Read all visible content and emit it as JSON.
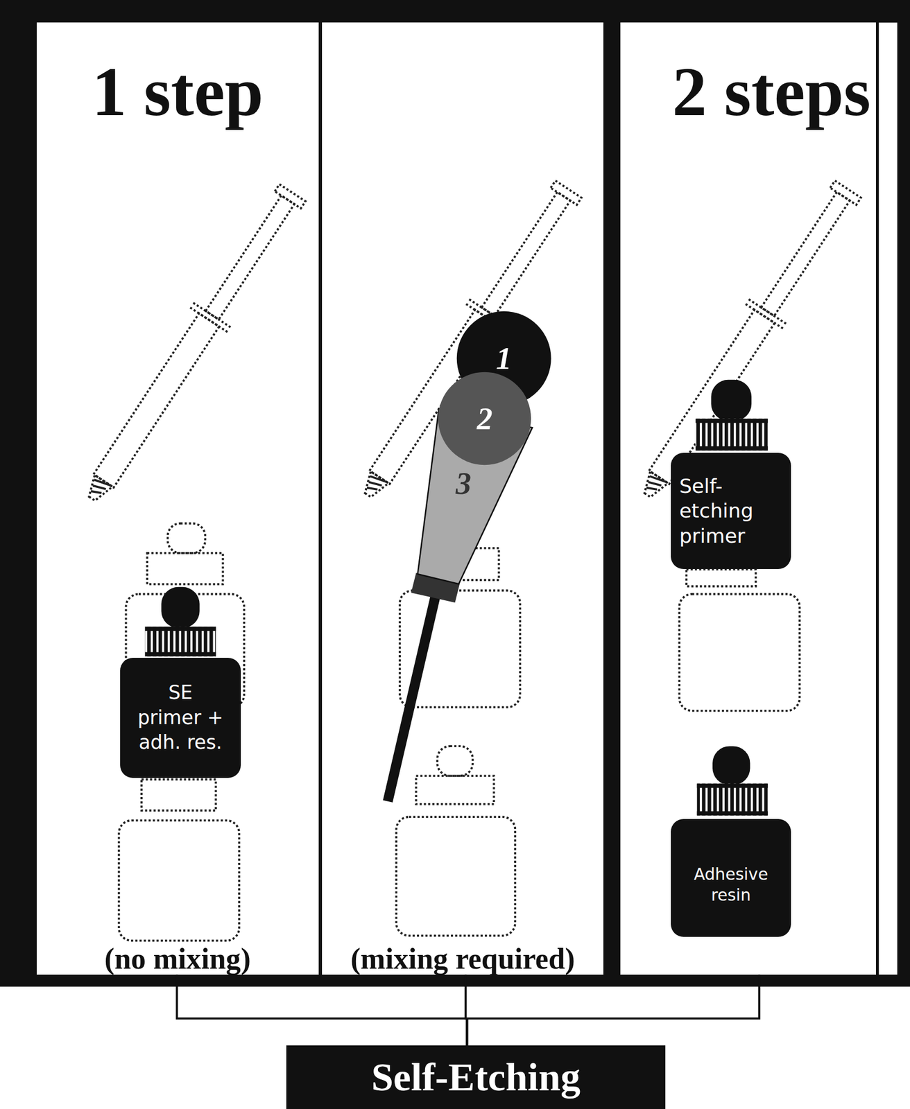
{
  "diagram": {
    "nodes": [
      {
        "text": [
          "1 step",
          "(no mixing)"
        ]
      },
      {
        "text": [
          "(mixing required)"
        ]
      },
      {
        "text": [
          "2 steps"
        ]
      },
      {
        "text": [
          "SE primer + adh. res."
        ],
        "in": 0
      },
      {
        "text": [
          "1"
        ],
        "in": 1
      },
      {
        "text": [
          "2"
        ],
        "in": 1
      },
      {
        "text": [
          "3"
        ],
        "in": 1
      },
      {
        "text": [
          "Self-etching primer"
        ],
        "in": 2
      },
      {
        "text": [
          "Adhesive resin"
        ],
        "in": 2
      },
      {
        "text": [
          "Self-Etching"
        ]
      }
    ],
    "edges": [
      {
        "from": 0,
        "to": 9,
        "arrow": "none"
      },
      {
        "from": 1,
        "to": 9,
        "arrow": "none"
      },
      {
        "from": 2,
        "to": 9,
        "arrow": "none"
      }
    ]
  }
}
